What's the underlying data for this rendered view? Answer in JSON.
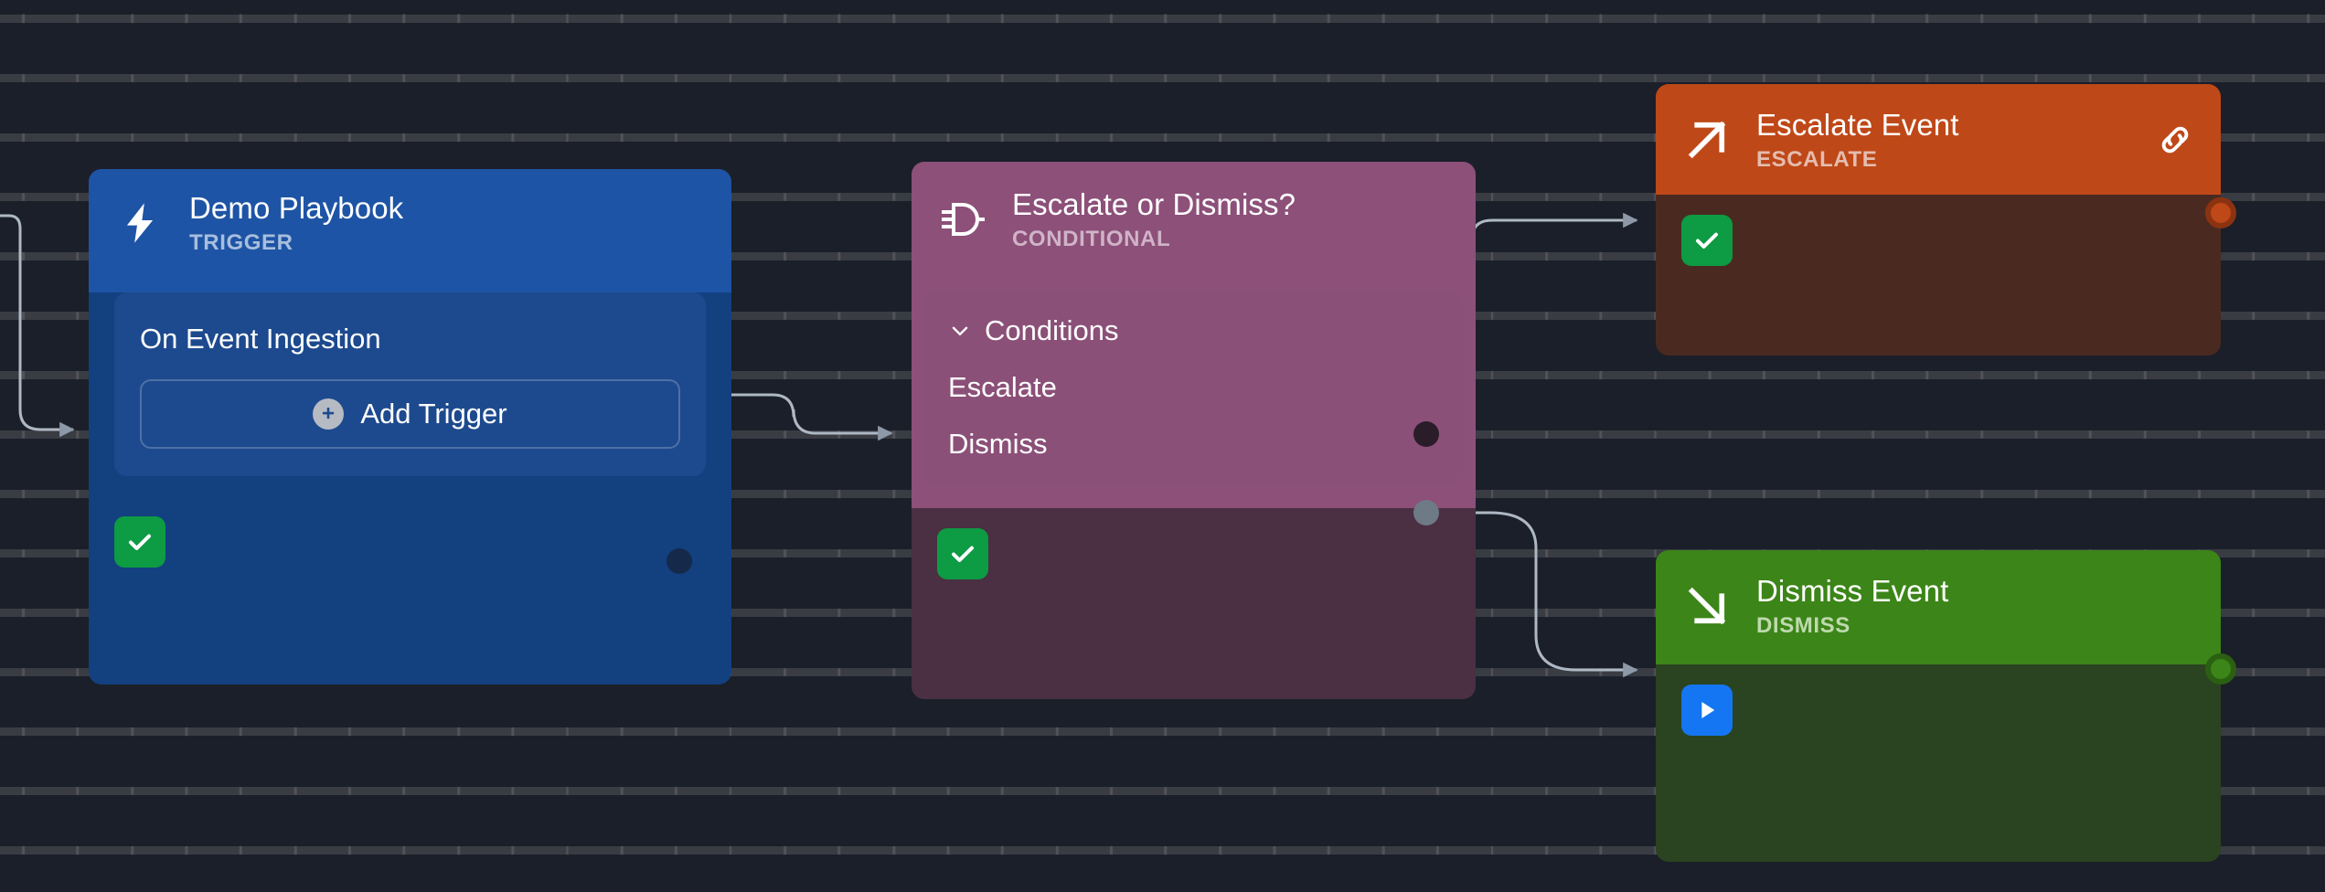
{
  "canvas": {
    "background_color": "#1b1f29",
    "grid": "dot-dash-grid",
    "edge_color": "#aeb8c4"
  },
  "nodes": {
    "trigger": {
      "title": "Demo Playbook",
      "subtitle": "TRIGGER",
      "icon": "lightning-bolt-icon",
      "accent": "#1e54a5",
      "body_color": "#13407f",
      "trigger_row": "On Event Ingestion",
      "add_button": "Add Trigger",
      "add_button_icon": "plus-circle-icon",
      "status_badge": "check-icon",
      "status_color": "#0d9b43"
    },
    "conditional": {
      "title": "Escalate or Dismiss?",
      "subtitle": "CONDITIONAL",
      "icon": "logic-gate-icon",
      "accent": "#8c5079",
      "body_color": "#4b2f42",
      "conditions_label": "Conditions",
      "conditions_chevron": "chevron-down-icon",
      "conditions": [
        {
          "label": "Escalate",
          "handle": "active"
        },
        {
          "label": "Dismiss",
          "handle": "inactive"
        }
      ],
      "status_badge": "check-icon",
      "status_color": "#0d9b43"
    },
    "escalate": {
      "title": "Escalate Event",
      "subtitle": "ESCALATE",
      "icon": "arrow-up-right-icon",
      "link_icon": "link-chain-icon",
      "accent": "#bf4818",
      "body_color": "#4a2a20",
      "status_badge": "check-icon",
      "status_color": "#0d9b43"
    },
    "dismiss": {
      "title": "Dismiss Event",
      "subtitle": "DISMISS",
      "icon": "arrow-down-right-icon",
      "accent": "#3c8518",
      "body_color": "#2a4320",
      "status_badge": "play-icon",
      "status_color": "#1476f2"
    }
  }
}
